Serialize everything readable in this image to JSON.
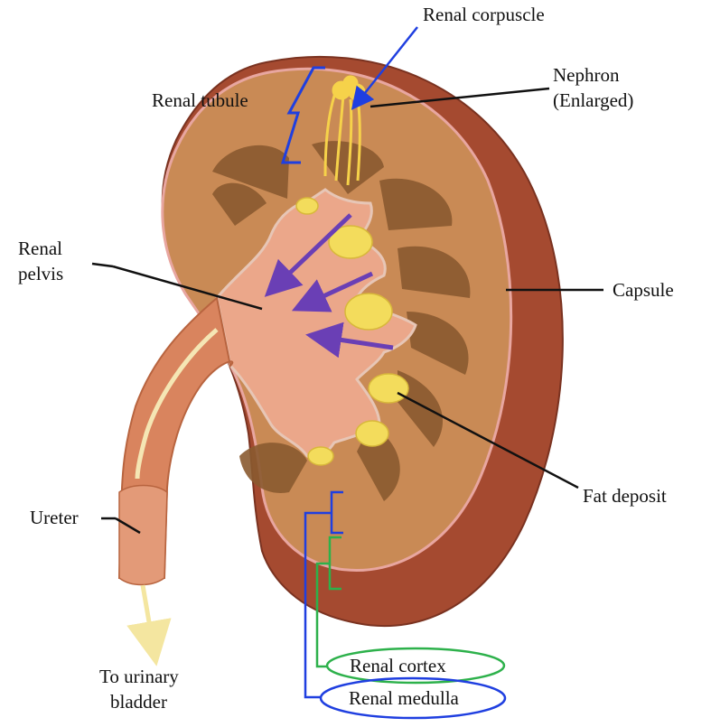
{
  "labels": {
    "renal_corpuscle": "Renal corpuscle",
    "nephron_line1": "Nephron",
    "nephron_line2": "(Enlarged)",
    "renal_tubule": "Renal tubule",
    "renal_pelvis_line1": "Renal",
    "renal_pelvis_line2": "pelvis",
    "capsule": "Capsule",
    "fat_deposit": "Fat deposit",
    "ureter": "Ureter",
    "to_bladder_line1": "To urinary",
    "to_bladder_line2": "bladder",
    "renal_cortex": "Renal cortex",
    "renal_medulla": "Renal medulla"
  },
  "colors": {
    "capsule": "#a54a30",
    "cortex": "#c98a55",
    "medulla": "#8a5a30",
    "pelvis": "#eba78a",
    "fat": "#f3dc5c",
    "nephron": "#f6d24a",
    "urine_flow_arrow": "#6a3fb5",
    "blue_annotation": "#1f3fe0",
    "green_annotation": "#2db14b"
  }
}
